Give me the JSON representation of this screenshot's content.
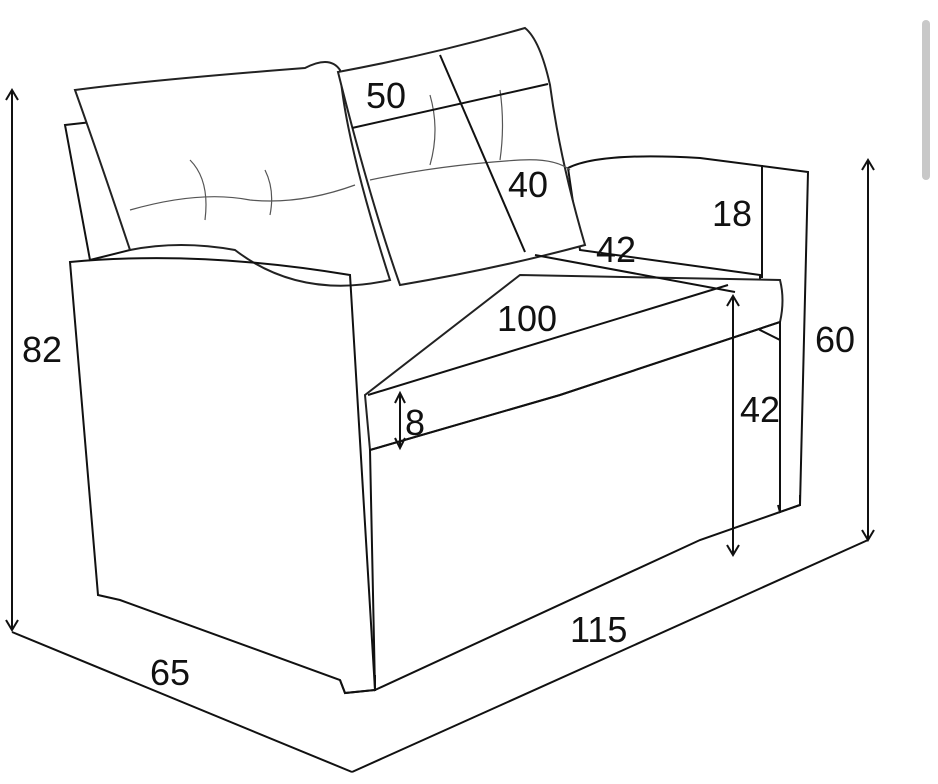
{
  "diagram": {
    "subject": "wicker loveseat with cushions",
    "colors": {
      "ink": "#111111",
      "weave": "#3a3a3a",
      "background": "#ffffff"
    },
    "dimensions": {
      "total_height": "82",
      "depth": "65",
      "width": "115",
      "arm_height": "60",
      "cushion_width": "50",
      "cushion_height": "40",
      "seat_depth": "42",
      "armrest_above_seat": "18",
      "seat_width": "100",
      "seat_height": "42",
      "seat_cushion_thickness": "8"
    }
  }
}
